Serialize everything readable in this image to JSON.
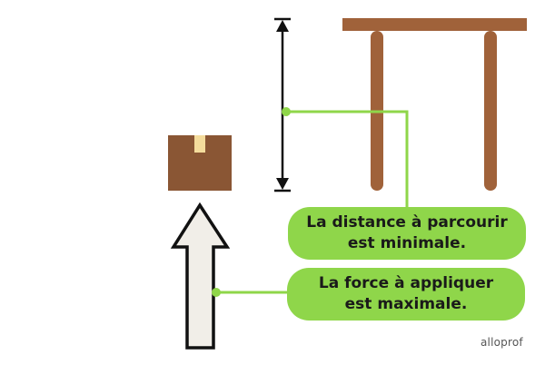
{
  "callouts": {
    "distance": {
      "line1": "La distance à parcourir",
      "line2": "est minimale."
    },
    "force": {
      "line1": "La force à appliquer",
      "line2": "est maximale."
    }
  },
  "brand": "alloprof",
  "colors": {
    "callout_fill": "#8fd64a",
    "connector": "#8fd64a",
    "table_wood": "#a0623a",
    "box": "#8a5634",
    "box_tape": "#f4dc9c",
    "arrow_fill": "#f1eee8",
    "arrow_outline": "#111111"
  },
  "icons": {
    "box": "cardboard-box-icon",
    "force_arrow": "up-arrow-icon",
    "table": "table-icon"
  }
}
